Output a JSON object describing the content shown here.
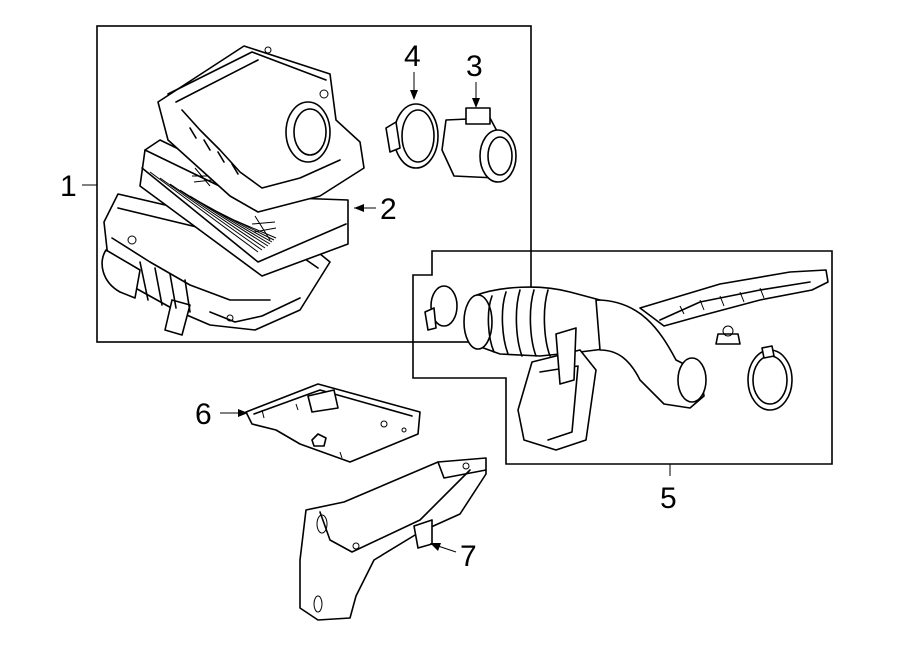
{
  "callouts": {
    "c1": "1",
    "c2": "2",
    "c3": "3",
    "c4": "4",
    "c5": "5",
    "c6": "6",
    "c7": "7"
  },
  "parts": {
    "p1": "air-cleaner-assembly",
    "p2": "air-filter-element",
    "p3": "mass-air-flow-sensor",
    "p4": "hose-clamp",
    "p5": "air-intake-duct-assembly",
    "p6": "mounting-plate",
    "p7": "support-bracket"
  }
}
